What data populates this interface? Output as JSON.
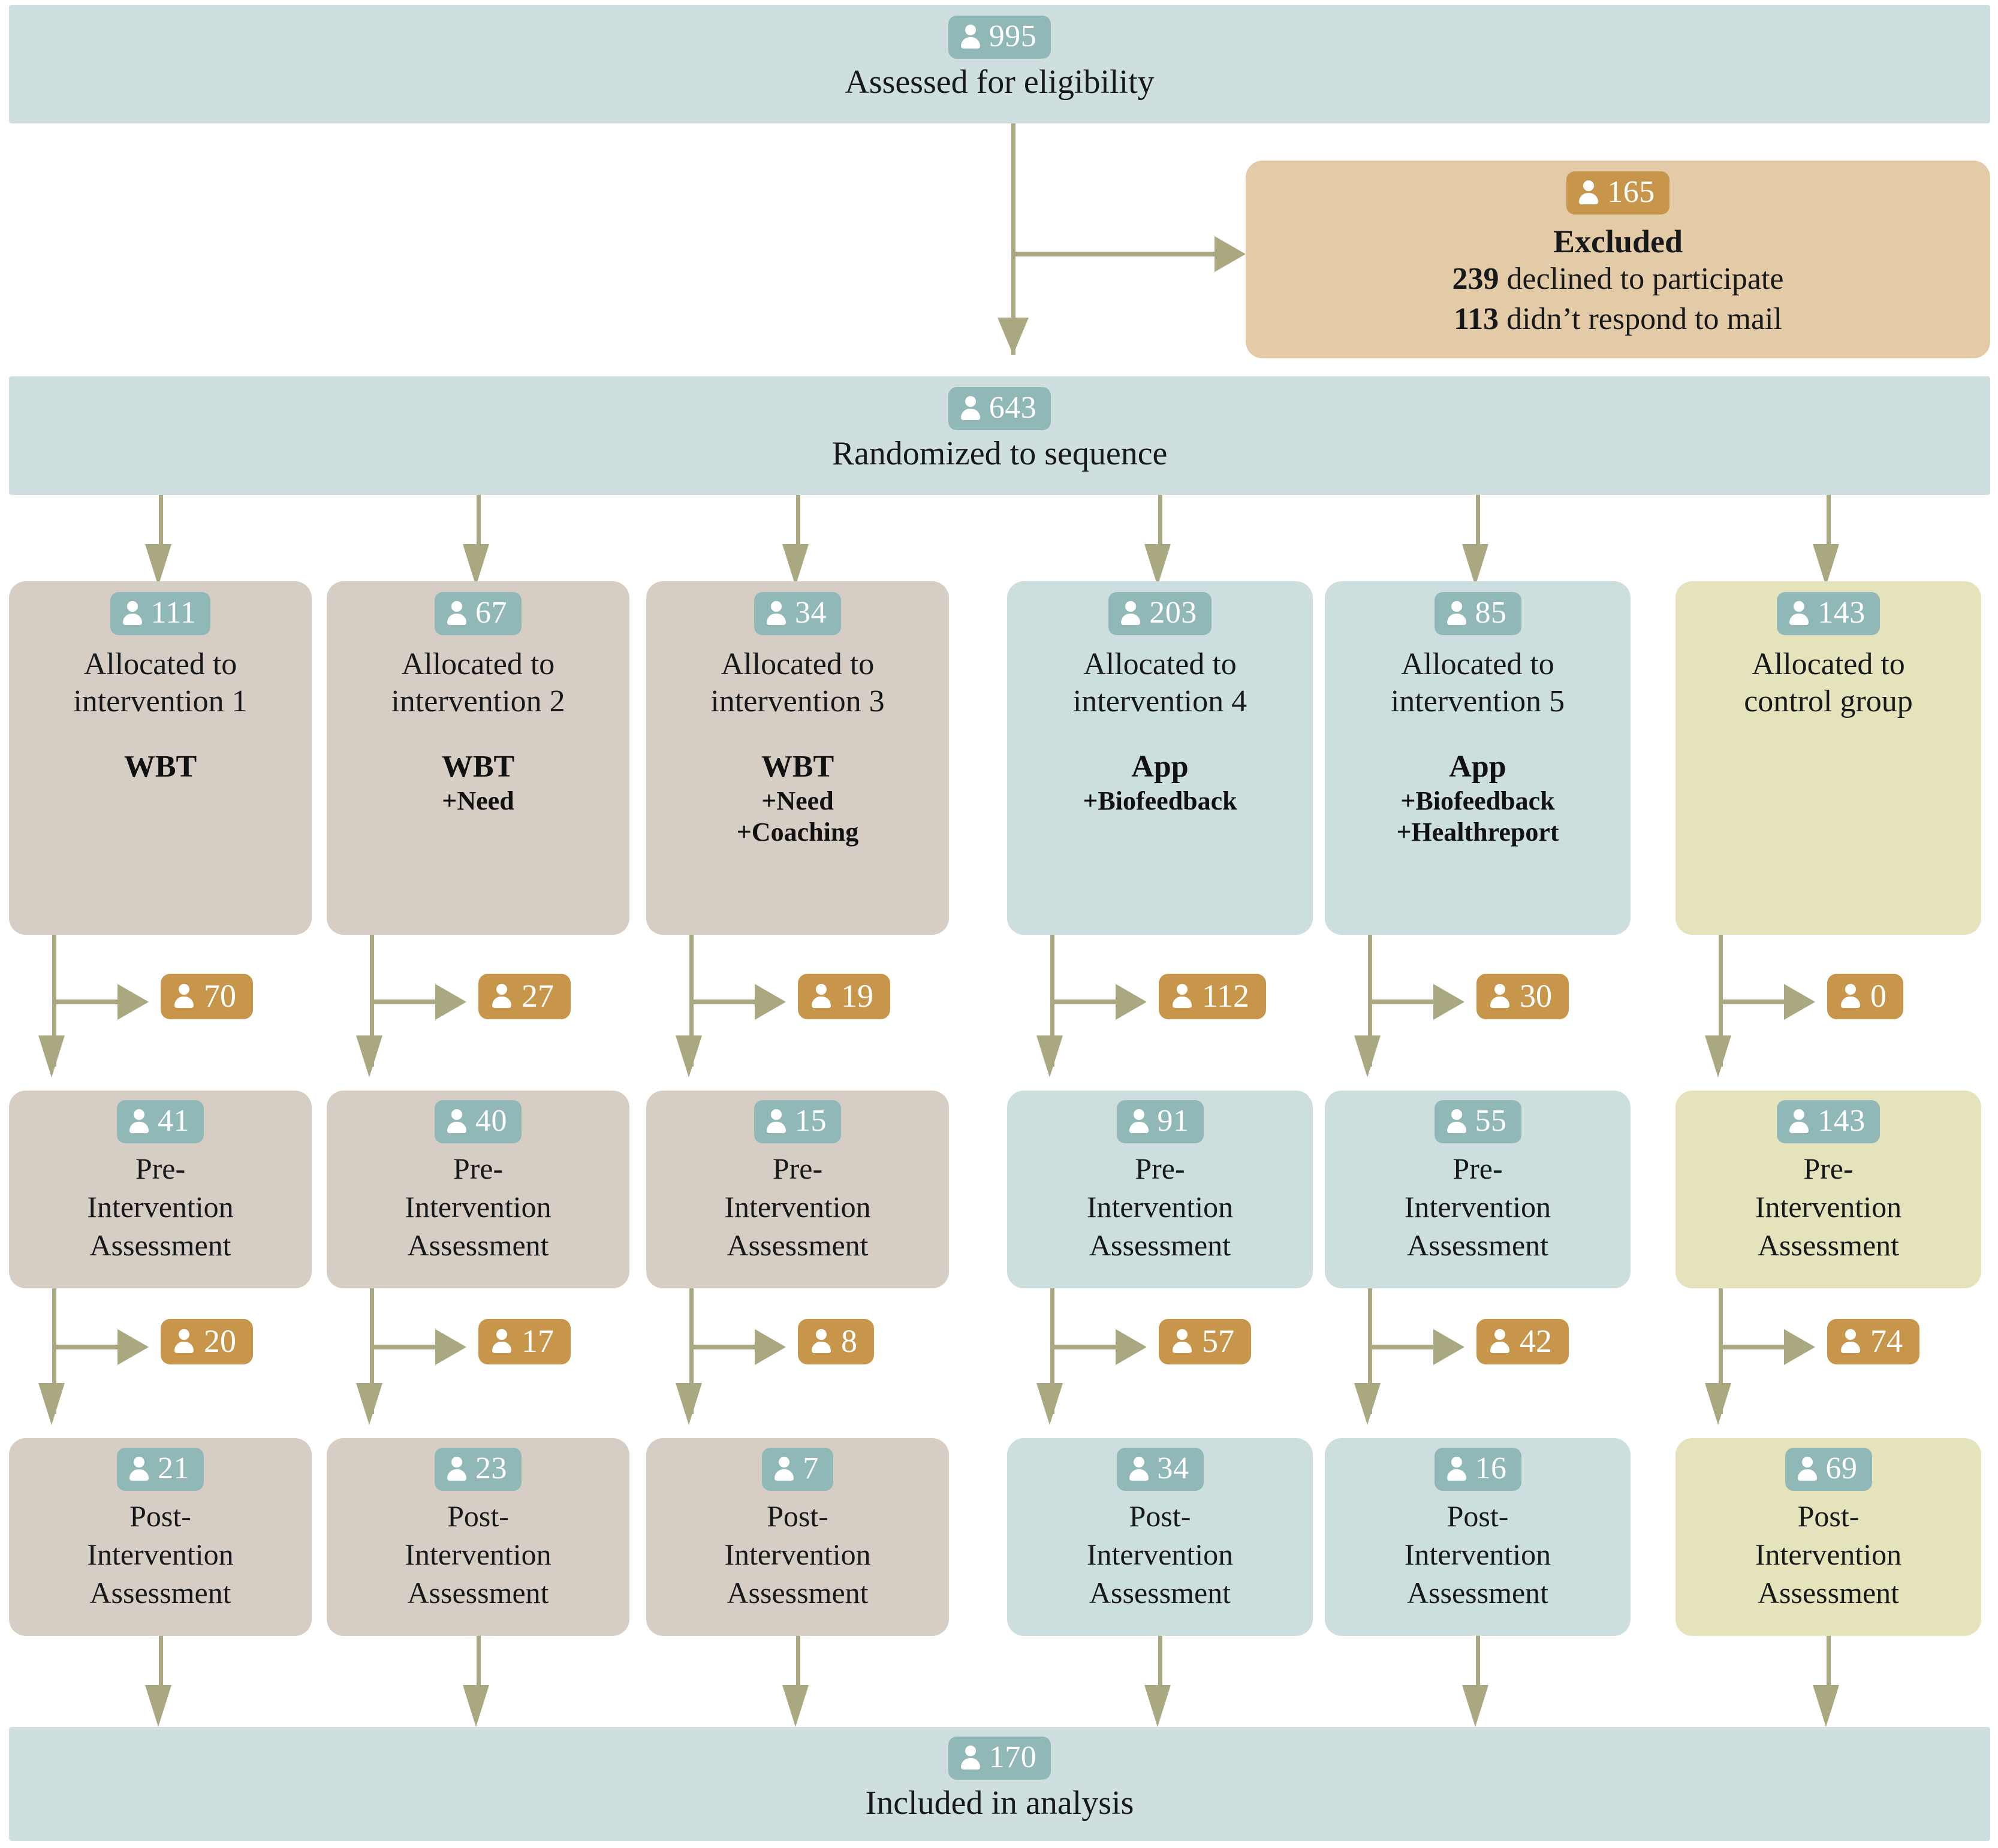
{
  "diagram": {
    "title": "CONSORT participant flow diagram",
    "icon_name": "person-icon",
    "colors": {
      "teal_light": "#cfdfdf",
      "teal_column": "#ccdedd",
      "taupe": "#d6cec4",
      "khaki": "#e4e3bb",
      "tan": "#e3cba7",
      "badge_teal": "#8fb8b7",
      "badge_gold": "#c8964b",
      "connector": "#a9a881"
    }
  },
  "enrollment": {
    "assessed": {
      "count": "995",
      "label": "Assessed for eligibility"
    },
    "excluded": {
      "count": "165",
      "title": "Excluded",
      "reasons": [
        {
          "n": "239",
          "text": "declined to participate"
        },
        {
          "n": "113",
          "text": "didn’t respond to mail"
        }
      ]
    },
    "randomized": {
      "count": "643",
      "label": "Randomized to sequence"
    }
  },
  "arms": [
    {
      "allocated": {
        "count": "111",
        "label": "Allocated to\nintervention 1"
      },
      "name": "WBT",
      "components": [],
      "dropout_1": "70",
      "pre": {
        "count": "41",
        "label": "Pre-\nIntervention\nAssessment"
      },
      "dropout_2": "20",
      "post": {
        "count": "21",
        "label": "Post-\nIntervention\nAssessment"
      },
      "theme": "taupe"
    },
    {
      "allocated": {
        "count": "67",
        "label": "Allocated to\nintervention 2"
      },
      "name": "WBT",
      "components": [
        "+Need"
      ],
      "dropout_1": "27",
      "pre": {
        "count": "40",
        "label": "Pre-\nIntervention\nAssessment"
      },
      "dropout_2": "17",
      "post": {
        "count": "23",
        "label": "Post-\nIntervention\nAssessment"
      },
      "theme": "taupe"
    },
    {
      "allocated": {
        "count": "34",
        "label": "Allocated to\nintervention 3"
      },
      "name": "WBT",
      "components": [
        "+Need",
        "+Coaching"
      ],
      "dropout_1": "19",
      "pre": {
        "count": "15",
        "label": "Pre-\nIntervention\nAssessment"
      },
      "dropout_2": "8",
      "post": {
        "count": "7",
        "label": "Post-\nIntervention\nAssessment"
      },
      "theme": "taupe"
    },
    {
      "allocated": {
        "count": "203",
        "label": "Allocated to\nintervention 4"
      },
      "name": "App",
      "components": [
        "+Biofeedback"
      ],
      "dropout_1": "112",
      "pre": {
        "count": "91",
        "label": "Pre-\nIntervention\nAssessment"
      },
      "dropout_2": "57",
      "post": {
        "count": "34",
        "label": "Post-\nIntervention\nAssessment"
      },
      "theme": "teal"
    },
    {
      "allocated": {
        "count": "85",
        "label": "Allocated to\nintervention 5"
      },
      "name": "App",
      "components": [
        "+Biofeedback",
        "+Healthreport"
      ],
      "dropout_1": "30",
      "pre": {
        "count": "55",
        "label": "Pre-\nIntervention\nAssessment"
      },
      "dropout_2": "42",
      "post": {
        "count": "16",
        "label": "Post-\nIntervention\nAssessment"
      },
      "theme": "teal"
    },
    {
      "allocated": {
        "count": "143",
        "label": "Allocated to\ncontrol group"
      },
      "name": "",
      "components": [],
      "dropout_1": "0",
      "pre": {
        "count": "143",
        "label": "Pre-\nIntervention\nAssessment"
      },
      "dropout_2": "74",
      "post": {
        "count": "69",
        "label": "Post-\nIntervention\nAssessment"
      },
      "theme": "khaki"
    }
  ],
  "analysis": {
    "count": "170",
    "label": "Included in analysis"
  }
}
